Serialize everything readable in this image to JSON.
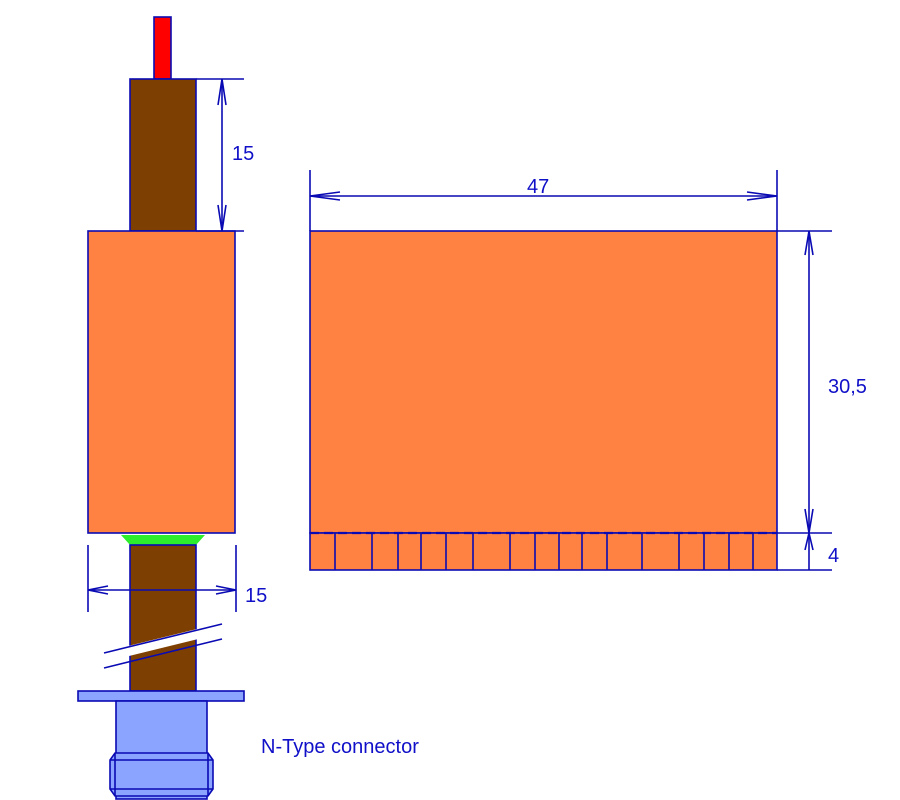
{
  "colors": {
    "body_fill": "#ff8243",
    "shaft_fill": "#7e4002",
    "tip_fill": "#ff0000",
    "ring_fill": "#2dee2d",
    "connector_fill": "#8aa4ff",
    "line_color": "#0a0ab4"
  },
  "dimensions": {
    "shaft_top_length": "15",
    "shaft_width": "15",
    "block_width": "47",
    "block_height": "30,5",
    "slot_height": "4"
  },
  "labels": {
    "connector": "N-Type connector"
  }
}
